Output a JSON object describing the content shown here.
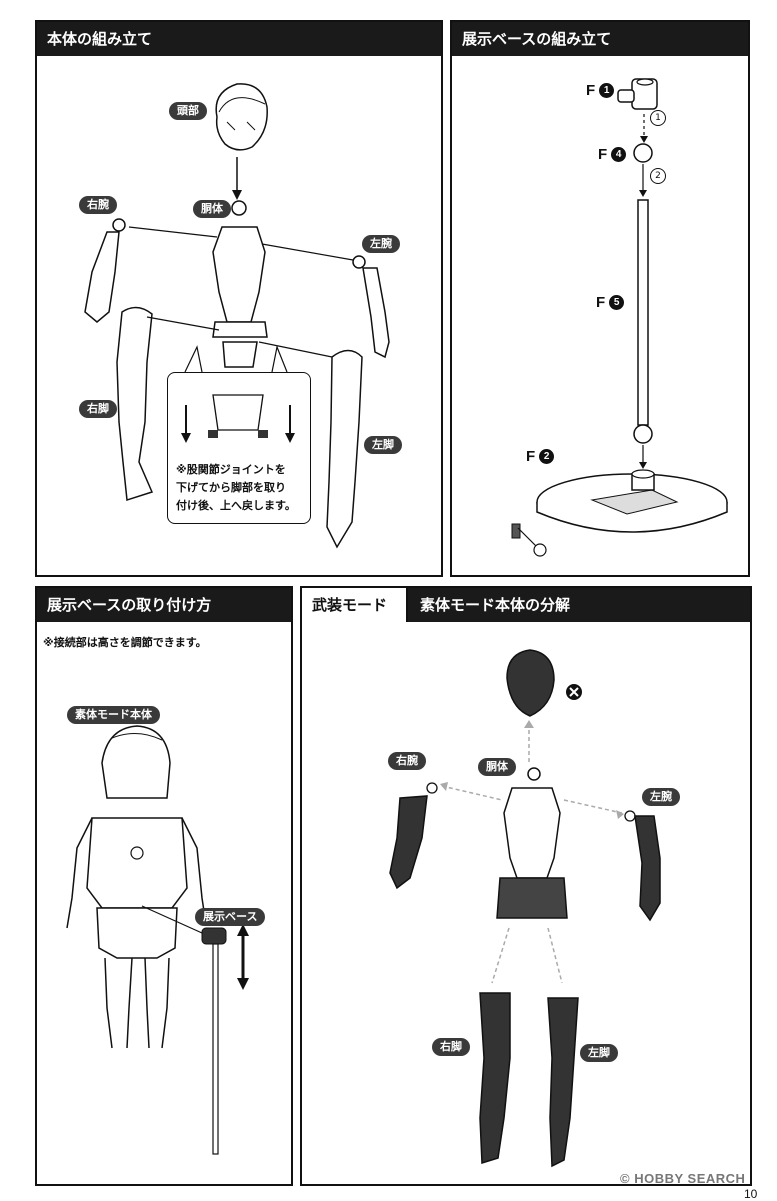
{
  "panel1": {
    "title": "本体の組み立て",
    "labels": {
      "head": "頭部",
      "torso": "胴体",
      "right_arm": "右腕",
      "left_arm": "左腕",
      "right_leg": "右脚",
      "left_leg": "左脚"
    },
    "note": "※股関節ジョイントを\n下げてから脚部を取り\n付け後、上へ戻します。"
  },
  "panel2": {
    "title": "展示ベースの組み立て",
    "parts": [
      {
        "letter": "F",
        "num": "1"
      },
      {
        "letter": "F",
        "num": "4"
      },
      {
        "letter": "F",
        "num": "5"
      },
      {
        "letter": "F",
        "num": "2"
      }
    ],
    "steps": [
      "1",
      "2"
    ]
  },
  "panel3": {
    "title": "展示ベースの取り付け方",
    "note": "※接続部は高さを調節できます。",
    "labels": {
      "body": "素体モード本体",
      "base": "展示ベース"
    }
  },
  "panel4": {
    "title_left": "武装モード",
    "title_right": "素体モード本体の分解",
    "labels": {
      "torso": "胴体",
      "right_arm": "右腕",
      "left_arm": "左腕",
      "right_leg": "右脚",
      "left_leg": "左脚"
    }
  },
  "footer": {
    "logo": "HOBBY SEARCH",
    "page": "10"
  }
}
